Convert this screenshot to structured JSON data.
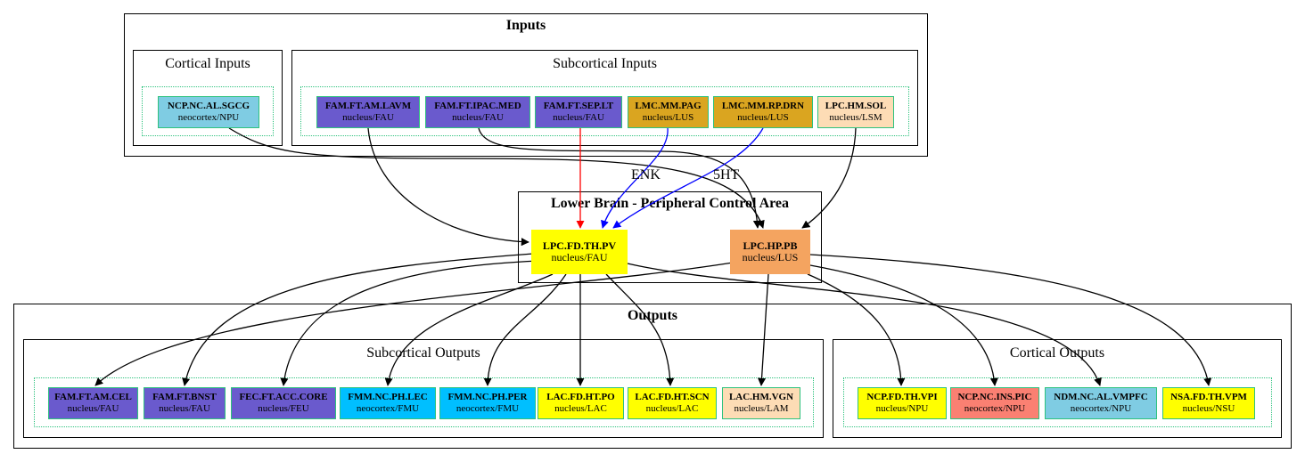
{
  "clusters": {
    "inputs": "Inputs",
    "cortical_inputs": "Cortical Inputs",
    "subcortical_inputs": "Subcortical Inputs",
    "center": "Lower Brain - Peripheral Control Area",
    "outputs": "Outputs",
    "subcortical_outputs": "Subcortical Outputs",
    "cortical_outputs": "Cortical Outputs"
  },
  "nodes": [
    {
      "id": "ncp_sgcg",
      "name": "NCP.NC.AL.SGCG",
      "type": "neocortex/NPU",
      "color": "#7fcce3"
    },
    {
      "id": "fam_lavm",
      "name": "FAM.FT.AM.LAVM",
      "type": "nucleus/FAU",
      "color": "#6a5acd"
    },
    {
      "id": "fam_ipac",
      "name": "FAM.FT.IPAC.MED",
      "type": "nucleus/FAU",
      "color": "#6a5acd"
    },
    {
      "id": "fam_sep",
      "name": "FAM.FT.SEP.LT",
      "type": "nucleus/FAU",
      "color": "#6a5acd"
    },
    {
      "id": "lmc_pag",
      "name": "LMC.MM.PAG",
      "type": "nucleus/LUS",
      "color": "#daa520"
    },
    {
      "id": "lmc_drn",
      "name": "LMC.MM.RP.DRN",
      "type": "nucleus/LUS",
      "color": "#daa520"
    },
    {
      "id": "lpc_sol",
      "name": "LPC.HM.SOL",
      "type": "nucleus/LSM",
      "color": "#fddcb5"
    },
    {
      "id": "lpc_pv",
      "name": "LPC.FD.TH.PV",
      "type": "nucleus/FAU",
      "color": "#ffff00"
    },
    {
      "id": "lpc_pb",
      "name": "LPC.HP.PB",
      "type": "nucleus/LUS",
      "color": "#f4a460"
    },
    {
      "id": "fam_cel",
      "name": "FAM.FT.AM.CEL",
      "type": "nucleus/FAU",
      "color": "#6a5acd"
    },
    {
      "id": "fam_bnst",
      "name": "FAM.FT.BNST",
      "type": "nucleus/FAU",
      "color": "#6a5acd"
    },
    {
      "id": "fec_core",
      "name": "FEC.FT.ACC.CORE",
      "type": "nucleus/FEU",
      "color": "#6a5acd"
    },
    {
      "id": "fmm_lec",
      "name": "FMM.NC.PH.LEC",
      "type": "neocortex/FMU",
      "color": "#00bfff"
    },
    {
      "id": "fmm_per",
      "name": "FMM.NC.PH.PER",
      "type": "neocortex/FMU",
      "color": "#00bfff"
    },
    {
      "id": "lac_po",
      "name": "LAC.FD.HT.PO",
      "type": "nucleus/LAC",
      "color": "#ffff00"
    },
    {
      "id": "lac_scn",
      "name": "LAC.FD.HT.SCN",
      "type": "nucleus/LAC",
      "color": "#ffff00"
    },
    {
      "id": "lac_vgn",
      "name": "LAC.HM.VGN",
      "type": "nucleus/LAM",
      "color": "#fddcb5"
    },
    {
      "id": "ncp_vpi",
      "name": "NCP.FD.TH.VPI",
      "type": "nucleus/NPU",
      "color": "#ffff00"
    },
    {
      "id": "ncp_pic",
      "name": "NCP.NC.INS.PIC",
      "type": "neocortex/NPU",
      "color": "#fa8072"
    },
    {
      "id": "ndm_vmpfc",
      "name": "NDM.NC.AL.VMPFC",
      "type": "neocortex/NPU",
      "color": "#7fcce3"
    },
    {
      "id": "nsa_vpm",
      "name": "NSA.FD.TH.VPM",
      "type": "nucleus/NSU",
      "color": "#ffff00"
    }
  ],
  "edges": [
    {
      "from": "ncp_sgcg",
      "to": "lpc_pb",
      "color": "#000000"
    },
    {
      "from": "fam_lavm",
      "to": "lpc_pv",
      "color": "#000000"
    },
    {
      "from": "fam_ipac",
      "to": "lpc_pb",
      "color": "#000000"
    },
    {
      "from": "fam_sep",
      "to": "lpc_pv",
      "color": "#ff0000"
    },
    {
      "from": "lmc_pag",
      "to": "lpc_pv",
      "color": "#0000ff",
      "label": "ENK"
    },
    {
      "from": "lmc_drn",
      "to": "lpc_pv",
      "color": "#0000ff",
      "label": "5HT"
    },
    {
      "from": "lpc_sol",
      "to": "lpc_pb",
      "color": "#000000"
    },
    {
      "from": "lpc_pb",
      "to": "fam_cel",
      "color": "#000000"
    },
    {
      "from": "lpc_pv",
      "to": "fam_bnst",
      "color": "#000000"
    },
    {
      "from": "lpc_pv",
      "to": "fec_core",
      "color": "#000000"
    },
    {
      "from": "lpc_pv",
      "to": "fmm_lec",
      "color": "#000000"
    },
    {
      "from": "lpc_pv",
      "to": "fmm_per",
      "color": "#000000"
    },
    {
      "from": "lpc_pv",
      "to": "lac_po",
      "color": "#000000"
    },
    {
      "from": "lpc_pv",
      "to": "lac_scn",
      "color": "#000000"
    },
    {
      "from": "lpc_pb",
      "to": "lac_vgn",
      "color": "#000000"
    },
    {
      "from": "lpc_pb",
      "to": "ncp_vpi",
      "color": "#000000"
    },
    {
      "from": "lpc_pb",
      "to": "ncp_pic",
      "color": "#000000"
    },
    {
      "from": "lpc_pv",
      "to": "ndm_vmpfc",
      "color": "#000000"
    },
    {
      "from": "lpc_pb",
      "to": "nsa_vpm",
      "color": "#000000"
    }
  ]
}
